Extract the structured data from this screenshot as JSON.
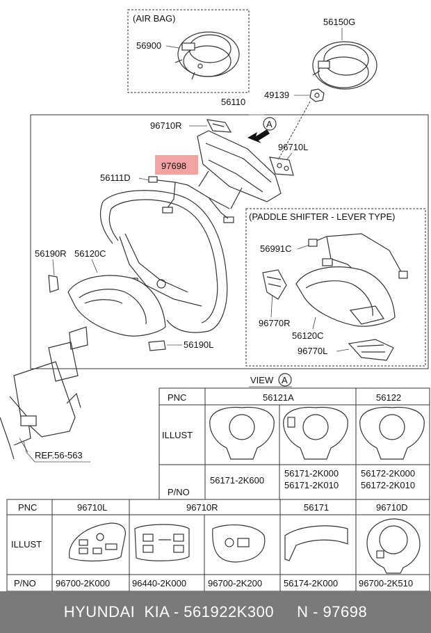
{
  "labels": {
    "airbag_box": "(AIR BAG)",
    "p56900": "56900",
    "p56150g": "56150G",
    "p49139": "49139",
    "p56110": "56110",
    "p96710r": "96710R",
    "view_marker": "A",
    "p96710l": "96710L",
    "p97698": "97698",
    "p56111d": "56111D",
    "paddle_box": "(PADDLE SHIFTER - LEVER TYPE)",
    "p56991c": "56991C",
    "p56190r": "56190R",
    "p56120c": "56120C",
    "p96770r": "96770R",
    "p56120c_b": "56120C",
    "p96770l": "96770L",
    "p56190l": "56190L",
    "ref": "REF.56-563"
  },
  "view_title": "VIEW",
  "table1": {
    "pnc_label": "PNC",
    "illust_label": "ILLUST",
    "pno_label": "P/NO",
    "col_56121a": "56121A",
    "col_56122": "56122",
    "pno_1": "56171-2K600",
    "pno_2a": "56171-2K000",
    "pno_2b": "56171-2K010",
    "pno_3a": "56172-2K000",
    "pno_3b": "56172-2K010"
  },
  "table2": {
    "pnc_label": "PNC",
    "illust_label": "ILLUST",
    "pno_label": "P/NO",
    "col_96710l": "96710L",
    "col_96710r": "96710R",
    "col_56171": "56171",
    "col_96710d": "96710D",
    "pno_1": "96700-2K000",
    "pno_2": "96440-2K000",
    "pno_3": "96700-2K200",
    "pno_4": "56174-2K000",
    "pno_5": "96700-2K510"
  },
  "footer": {
    "text": "HYUNDAI  KIA - 561922K300     N - 97698"
  }
}
